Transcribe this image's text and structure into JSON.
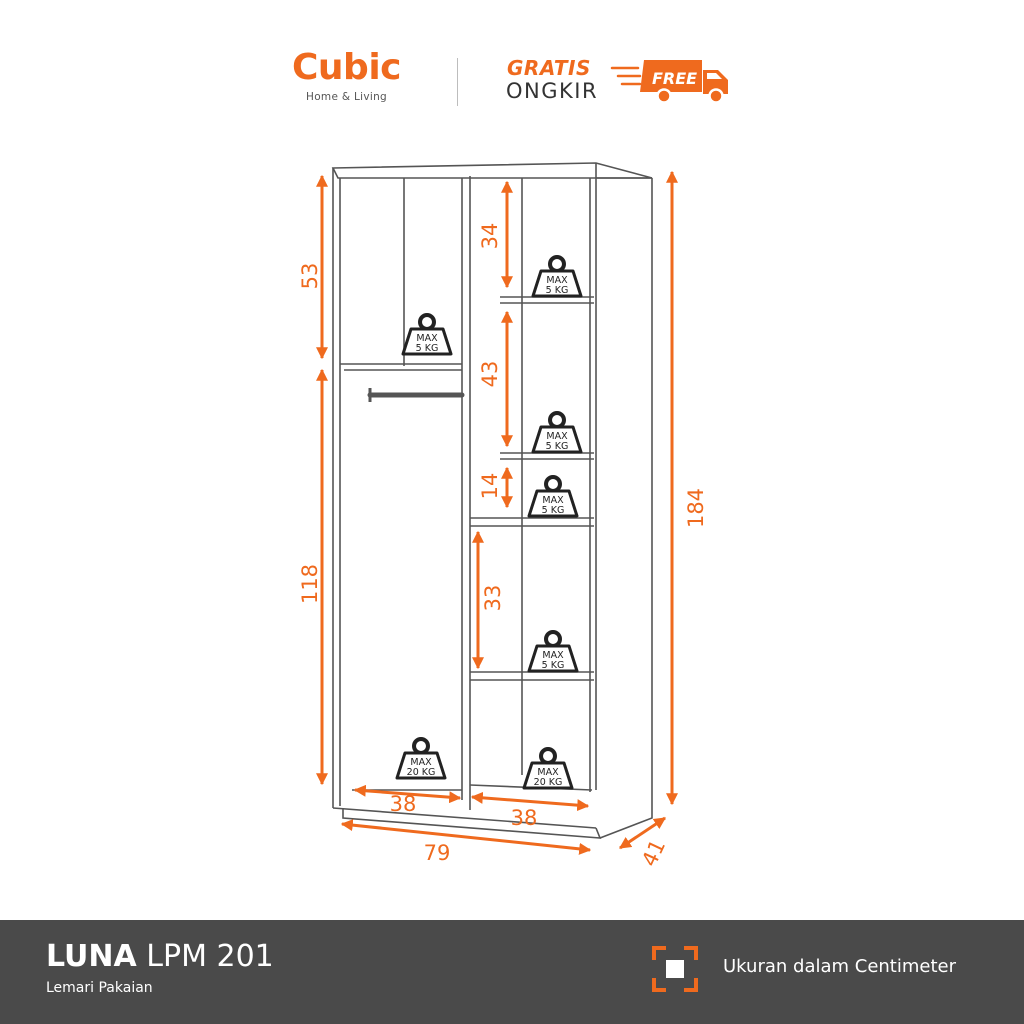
{
  "header": {
    "brand": "Cubic",
    "brand_tagline": "Home & Living",
    "promo_line1": "GRATIS",
    "promo_line2": "ONGKIR",
    "free_badge": "FREE"
  },
  "diagram": {
    "dimensions": {
      "upper_left_height": "53",
      "lower_left_height": "118",
      "total_height": "184",
      "top_right_shelf": "34",
      "second_right_shelf": "43",
      "third_right_shelf": "14",
      "fourth_right_shelf": "33",
      "left_width": "38",
      "right_width": "38",
      "total_width": "79",
      "depth": "41"
    },
    "weights": [
      {
        "max": "MAX",
        "load": "5 KG"
      },
      {
        "max": "MAX",
        "load": "5 KG"
      },
      {
        "max": "MAX",
        "load": "5 KG"
      },
      {
        "max": "MAX",
        "load": "5 KG"
      },
      {
        "max": "MAX",
        "load": "5 KG"
      },
      {
        "max": "MAX",
        "load": "20 KG"
      },
      {
        "max": "MAX",
        "load": "20 KG"
      }
    ]
  },
  "footer": {
    "product_name": "LUNA",
    "product_model": "LPM 201",
    "product_category": "Lemari Pakaian",
    "unit_note": "Ukuran dalam Centimeter"
  },
  "colors": {
    "accent": "#ef6a1e",
    "footer_bg": "#4a4a4a",
    "outline": "#555555"
  }
}
